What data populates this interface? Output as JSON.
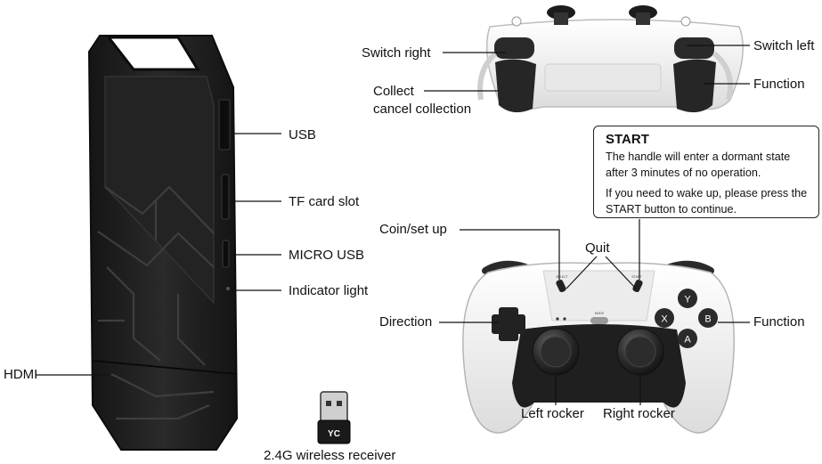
{
  "labels": {
    "usb": "USB",
    "tf_card_slot": "TF card slot",
    "micro_usb": "MICRO USB",
    "indicator_light": "Indicator light",
    "hdmi": "HDMI",
    "receiver": "2.4G wireless receiver",
    "receiver_badge": "YC",
    "switch_right": "Switch right",
    "switch_left": "Switch left",
    "collect_line1": "Collect",
    "collect_line2": "cancel collection",
    "function_top": "Function",
    "coin_set_up": "Coin/set up",
    "quit": "Quit",
    "direction": "Direction",
    "function_right": "Function",
    "left_rocker": "Left rocker",
    "right_rocker": "Right rocker"
  },
  "start_box": {
    "title": "START",
    "line1": "The handle will enter a dormant state after 3 minutes of no operation.",
    "line2": "If you need to wake up, please press the START button to continue."
  },
  "buttons": {
    "y": "Y",
    "x": "X",
    "b": "B",
    "a": "A",
    "select": "SELECT",
    "start": "START",
    "mode": "MODE"
  },
  "colors": {
    "device": "#1e1e1e",
    "controller_body": "#f2f2f2",
    "controller_dark": "#262626",
    "line": "#111111"
  }
}
